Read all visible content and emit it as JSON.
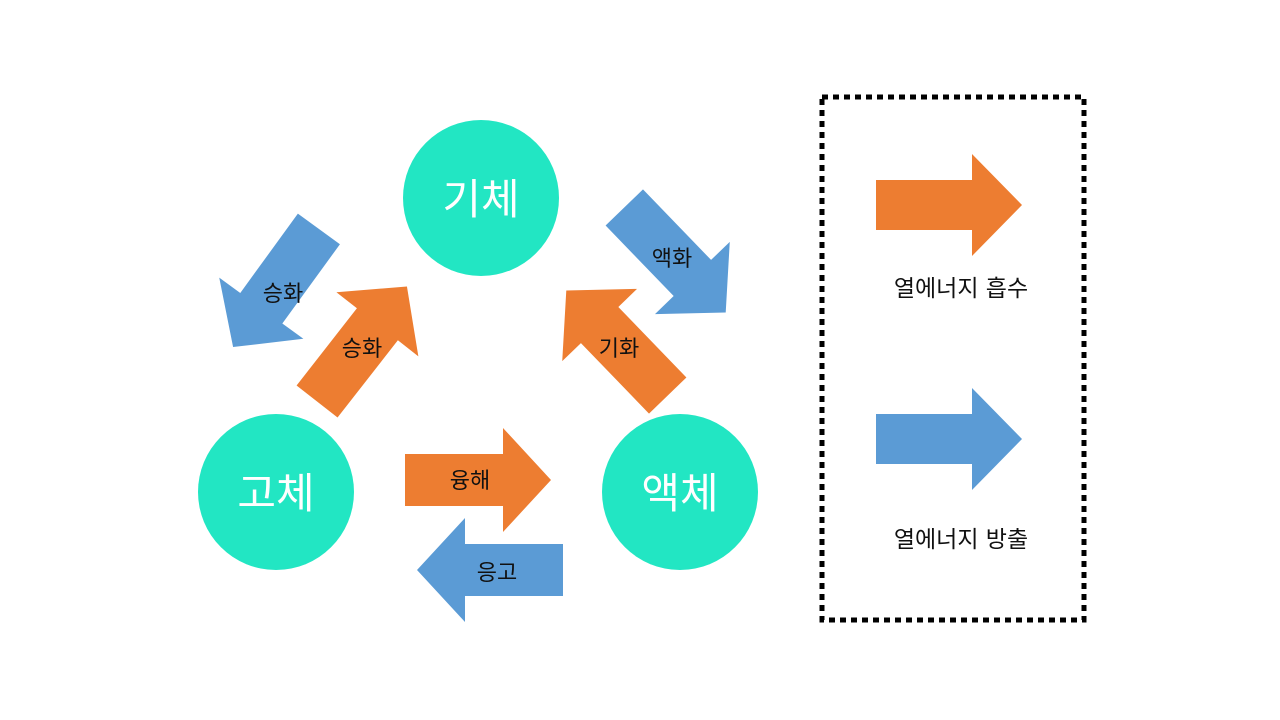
{
  "colors": {
    "state_fill": "#22E6C3",
    "absorb": "#ED7D31",
    "release": "#5B9BD5",
    "legend_border": "#000000"
  },
  "states": {
    "gas": "기체",
    "solid": "고체",
    "liquid": "액체"
  },
  "transitions": {
    "sublimation_to_solid": "승화",
    "sublimation_to_gas": "승화",
    "condensation": "액화",
    "vaporization": "기화",
    "melting": "융해",
    "freezing": "응고"
  },
  "legend": {
    "absorb_label": "열에너지 흡수",
    "release_label": "열에너지 방출"
  }
}
